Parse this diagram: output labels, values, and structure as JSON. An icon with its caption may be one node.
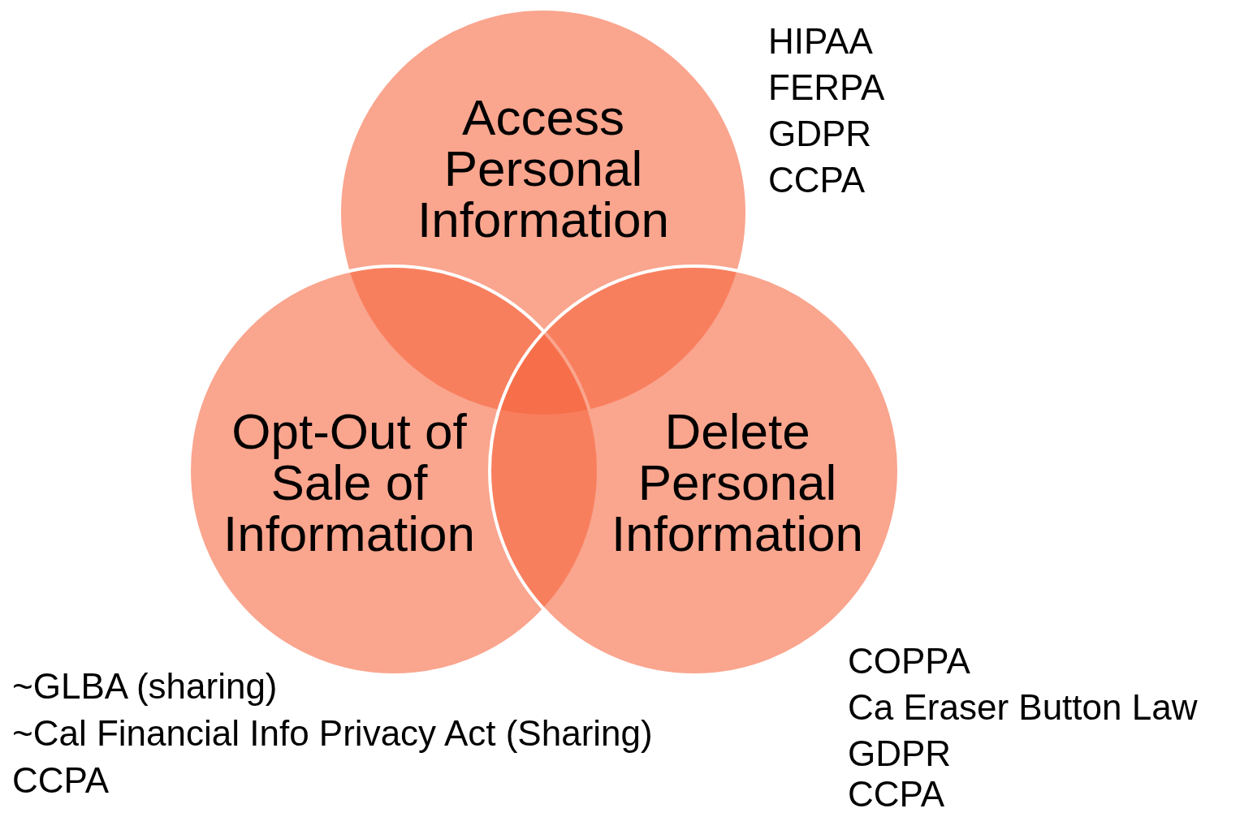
{
  "diagram": {
    "nodes": [
      {
        "text": [
          "Access Personal Information"
        ]
      },
      {
        "text": [
          "Opt-Out of Sale of Information"
        ]
      },
      {
        "text": [
          "Delete Personal Information"
        ]
      }
    ],
    "labels": [
      "HIPAA",
      "FERPA",
      "GDPR",
      "CCPA",
      "~GLBA (sharing)",
      "~Cal Financial Info Privacy Act (Sharing)",
      "CCPA",
      "COPPA",
      "Ca Eraser Button Law",
      "GDPR",
      "CCPA"
    ]
  }
}
